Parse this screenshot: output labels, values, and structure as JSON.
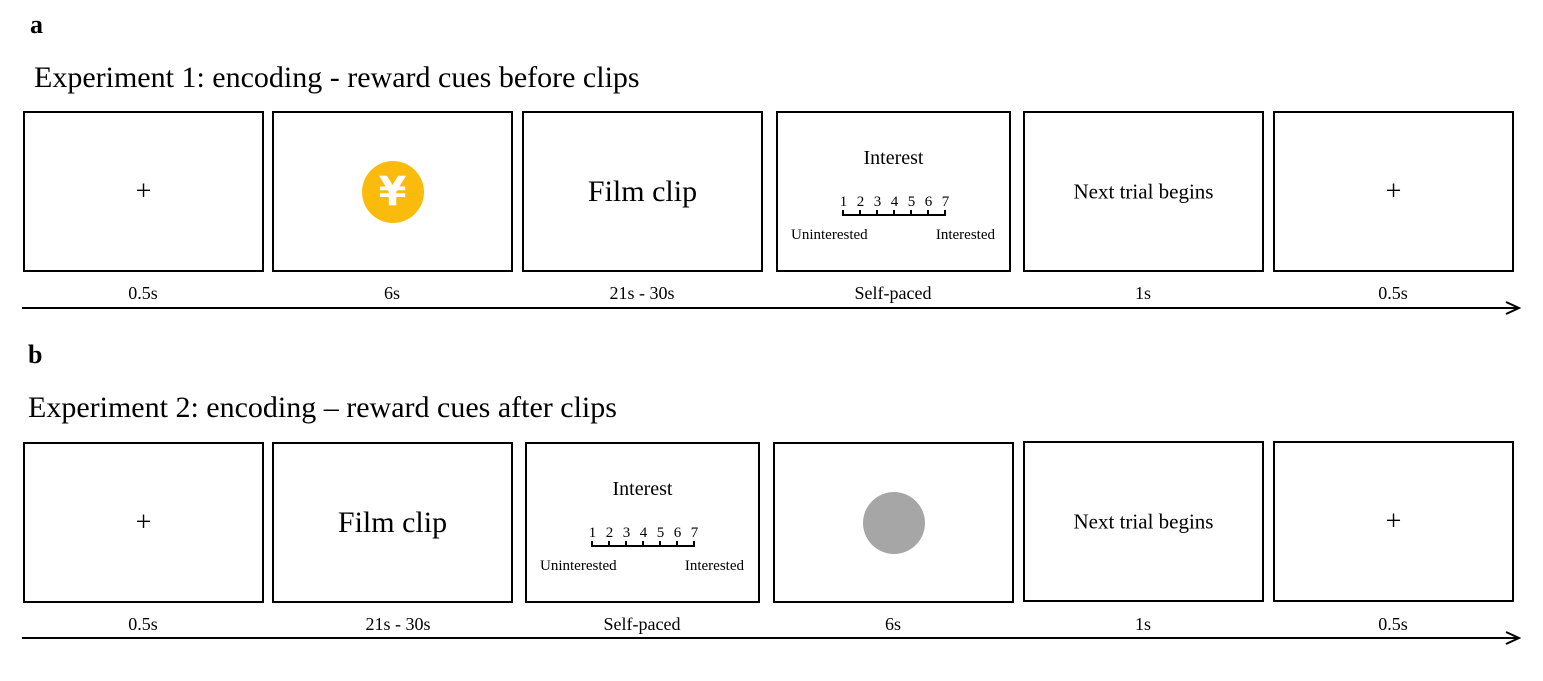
{
  "panel_a": {
    "letter": "a",
    "title": "Experiment 1: encoding - reward cues before clips",
    "fixation": "+",
    "film_clip": "Film clip",
    "reward_icon": "yen-coin-icon",
    "rating": {
      "title": "Interest",
      "scale": [
        "1",
        "2",
        "3",
        "4",
        "5",
        "6",
        "7"
      ],
      "low_label": "Uninterested",
      "high_label": "Interested"
    },
    "next_trial": "Next trial begins",
    "fixation_end": "+",
    "durations": [
      "0.5s",
      "6s",
      "21s - 30s",
      "Self-paced",
      "1s",
      "0.5s"
    ]
  },
  "panel_b": {
    "letter": "b",
    "title": "Experiment 2: encoding – reward cues after clips",
    "fixation": "+",
    "film_clip": "Film clip",
    "rating": {
      "title": "Interest",
      "scale": [
        "1",
        "2",
        "3",
        "4",
        "5",
        "6",
        "7"
      ],
      "low_label": "Uninterested",
      "high_label": "Interested"
    },
    "reward_icon": "grey-circle-icon",
    "next_trial": "Next trial begins",
    "fixation_end": "+",
    "durations": [
      "0.5s",
      "21s - 30s",
      "Self-paced",
      "6s",
      "1s",
      "0.5s"
    ]
  },
  "colors": {
    "coin": "#fbbb0c",
    "grey_circle": "#a6a6a6",
    "stroke": "#000000"
  }
}
